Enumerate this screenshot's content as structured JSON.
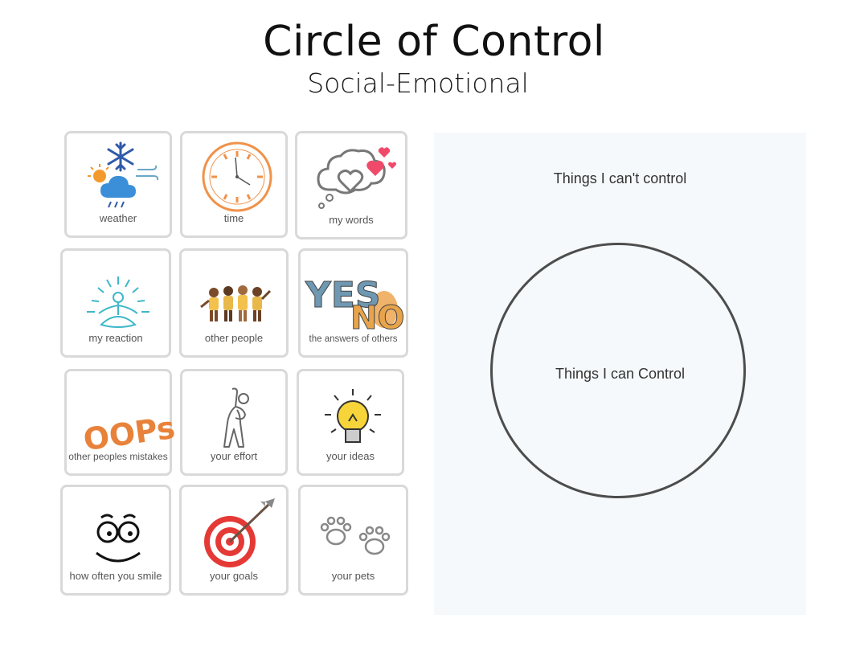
{
  "header": {
    "title": "Circle of Control",
    "subtitle": "Social-Emotional"
  },
  "cards": [
    {
      "label": "weather",
      "icon": "weather-icon"
    },
    {
      "label": "time",
      "icon": "clock-icon"
    },
    {
      "label": "my words",
      "icon": "thought-bubble-heart-icon"
    },
    {
      "label": "my reaction",
      "icon": "meditating-person-icon"
    },
    {
      "label": "other people",
      "icon": "group-of-people-icon"
    },
    {
      "label": "the answers of others",
      "icon": "yes-no-icon"
    },
    {
      "label": "other peoples mistakes",
      "icon": "oops-icon",
      "art_text": "OOPs"
    },
    {
      "label": "your effort",
      "icon": "stretching-person-icon"
    },
    {
      "label": "your ideas",
      "icon": "lightbulb-icon"
    },
    {
      "label": "how often you smile",
      "icon": "smiley-face-icon"
    },
    {
      "label": "your goals",
      "icon": "target-arrow-icon"
    },
    {
      "label": "your pets",
      "icon": "paw-prints-icon"
    }
  ],
  "yes_no_art": {
    "yes": "YES",
    "no": "NO"
  },
  "panel": {
    "cant_control": "Things I can't control",
    "can_control": "Things I can Control"
  },
  "colors": {
    "card_border": "#d9d9d9",
    "panel_bg": "#f6f9fb",
    "circle": "#4d4d4d",
    "orange": "#e8823a",
    "blue": "#2f5aa8"
  }
}
